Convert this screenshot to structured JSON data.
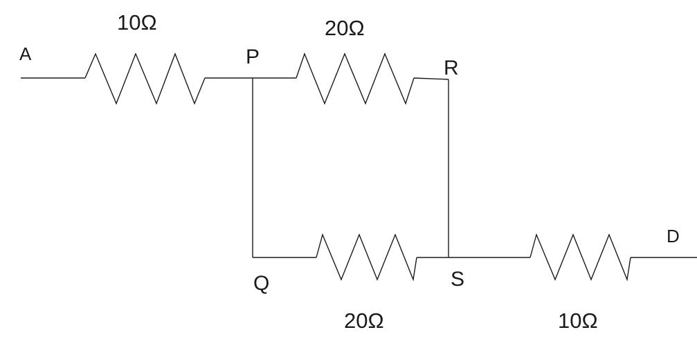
{
  "nodes": {
    "a": "A",
    "p": "P",
    "r": "R",
    "q": "Q",
    "s": "S",
    "d": "D"
  },
  "resistors": {
    "ap": "10Ω",
    "pr": "20Ω",
    "qs": "20Ω",
    "sd": "10Ω"
  },
  "colors": {
    "line": "#1a1a1a",
    "background": "#ffffff"
  }
}
